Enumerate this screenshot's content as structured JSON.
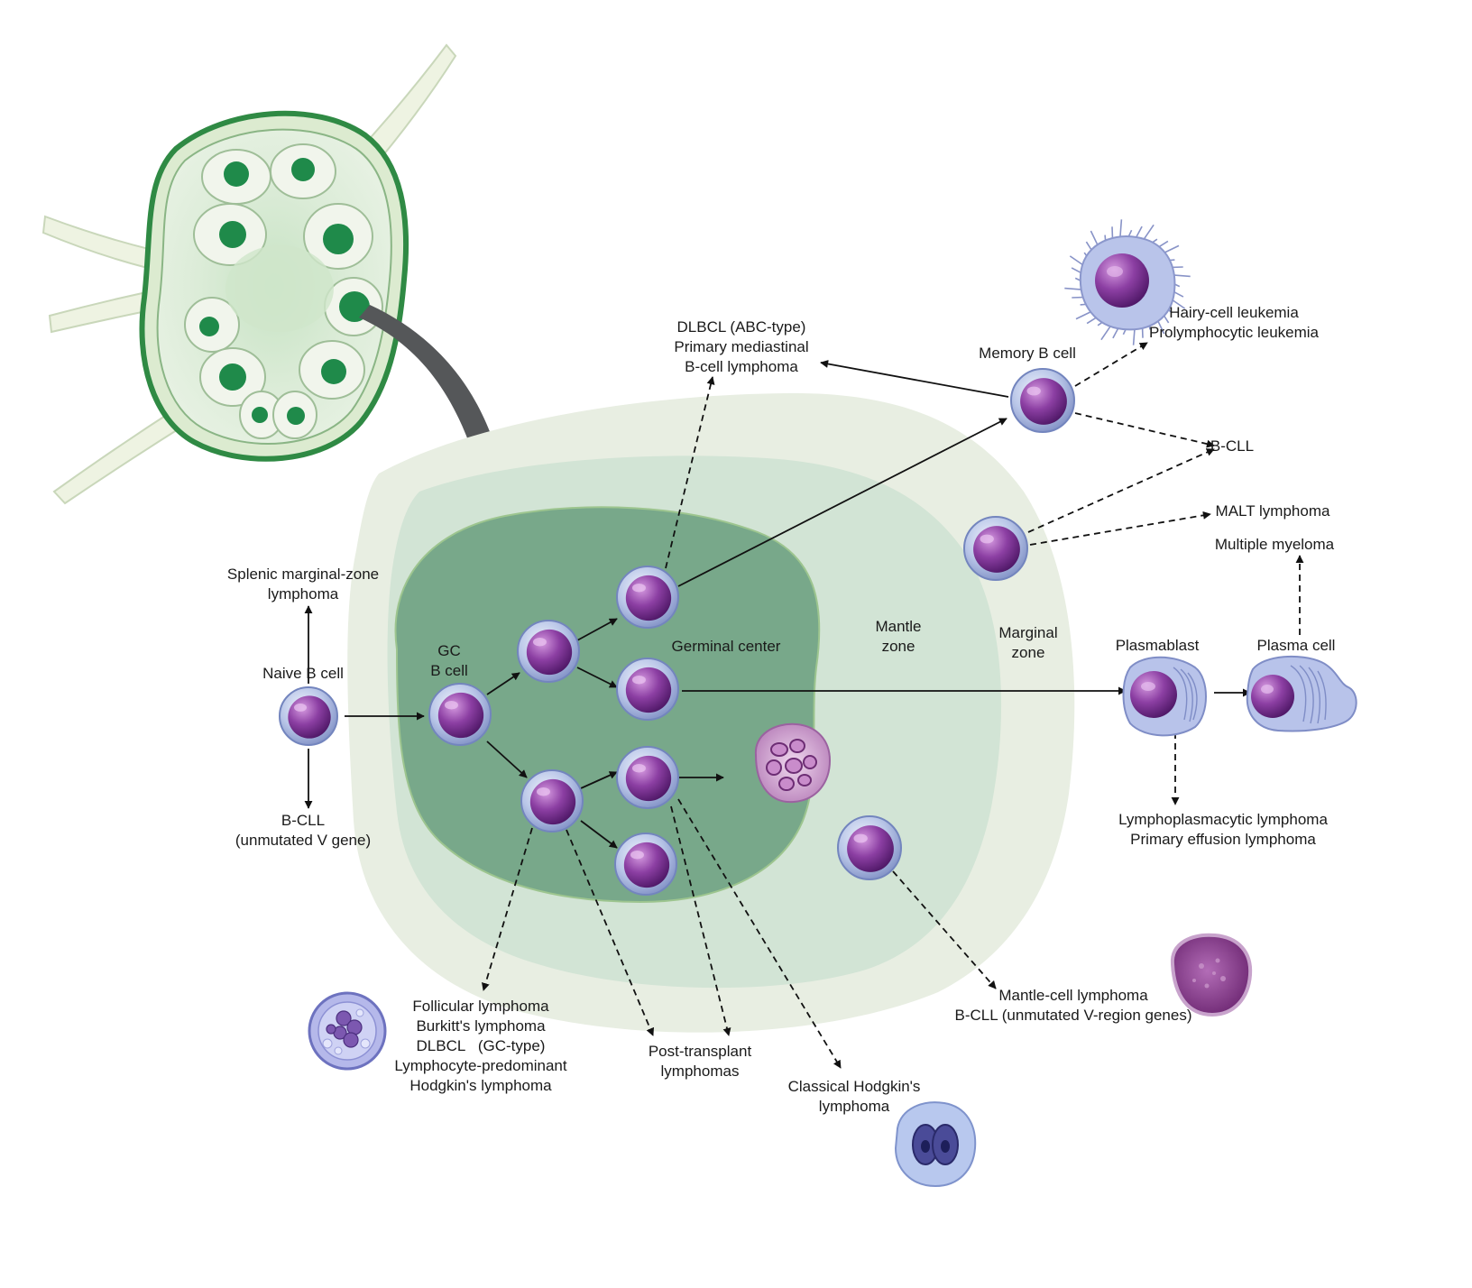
{
  "zones": {
    "germinal_center": "Germinal center",
    "mantle_zone": [
      "Mantle",
      "zone"
    ],
    "marginal_zone": [
      "Marginal",
      "zone"
    ]
  },
  "cells": {
    "naive_b": "Naive B cell",
    "gc_b": [
      "GC",
      "B cell"
    ],
    "memory_b": "Memory B cell",
    "plasmablast": "Plasmablast",
    "plasma_cell": "Plasma cell"
  },
  "lymphomas": {
    "splenic": [
      "Splenic marginal-zone",
      "lymphoma"
    ],
    "bcll_naive": [
      "B-CLL",
      "(unmutated V gene)"
    ],
    "dlbcl_abc": [
      "DLBCL (ABC-type)",
      "Primary mediastinal",
      "B-cell lymphoma"
    ],
    "hairy_cell": [
      "Hairy-cell leukemia",
      "Prolymphocytic leukemia"
    ],
    "bcll": "B-CLL",
    "malt": "MALT lymphoma",
    "myeloma": "Multiple myeloma",
    "lymphoplasmacytic": [
      "Lymphoplasmacytic lymphoma",
      "Primary effusion lymphoma"
    ],
    "mantle_cell": [
      "Mantle-cell lymphoma",
      "B-CLL (unmutated V-region genes)"
    ],
    "follicular": [
      "Follicular lymphoma",
      "Burkitt's lymphoma",
      "DLBCL   (GC-type)",
      "Lymphocyte-predominant",
      "Hodgkin's lymphoma"
    ],
    "post_transplant": [
      "Post-transplant",
      "lymphomas"
    ],
    "classical_hodgkin": [
      "Classical Hodgkin's",
      "lymphoma"
    ]
  },
  "colors": {
    "germinal_center": "#78a88a",
    "mantle": "#d2e4d5",
    "marginal": "#e8eee2",
    "cell_body": "#b5c3e6",
    "nucleus": "#8a3d9e",
    "arrow": "#111111",
    "big_arrow": "#555759",
    "node": "#d8ead4"
  }
}
